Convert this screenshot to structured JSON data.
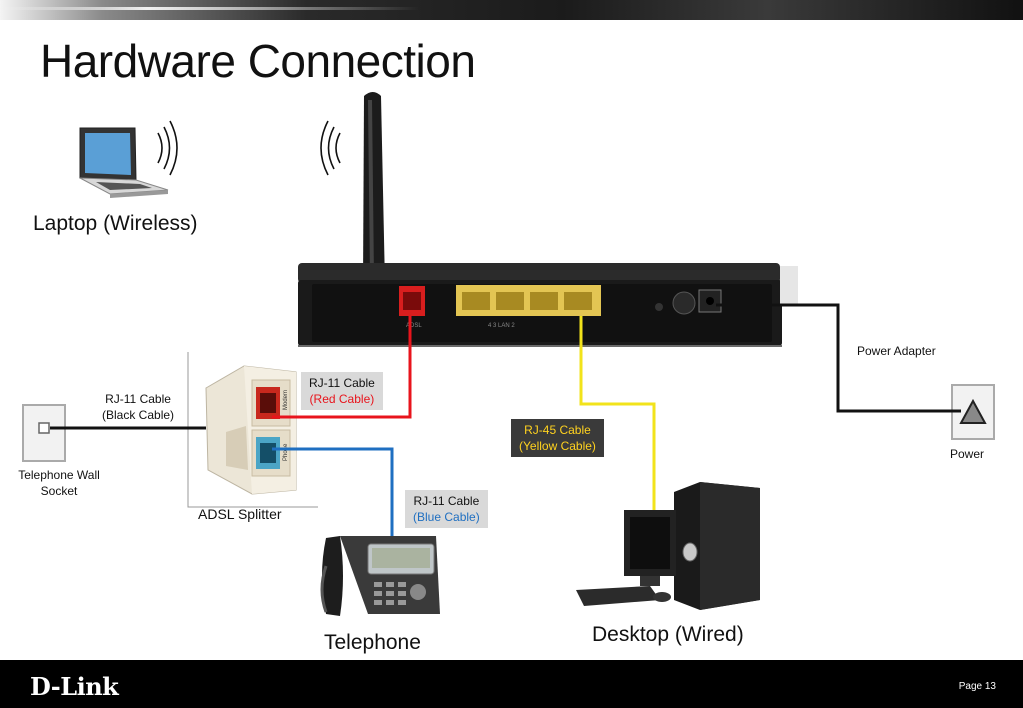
{
  "slide": {
    "title": "Hardware Connection",
    "page_label": "Page 13",
    "brand": "D-Link"
  },
  "devices": {
    "laptop": "Laptop (Wireless)",
    "telephone": "Telephone",
    "desktop": "Desktop (Wired)",
    "splitter": "ADSL Splitter",
    "wall_socket": "Telephone Wall Socket",
    "power": "Power",
    "power_adapter": "Power Adapter"
  },
  "cables": {
    "black": {
      "name": "RJ-11 Cable",
      "desc": "(Black Cable)",
      "color": "#111111"
    },
    "red": {
      "name": "RJ-11 Cable",
      "desc": "(Red Cable)",
      "color": "#e8141c"
    },
    "blue": {
      "name": "RJ-11 Cable",
      "desc": "(Blue Cable)",
      "color": "#1f6fc1"
    },
    "yellow": {
      "name": "RJ-45 Cable",
      "desc": "(Yellow Cable)",
      "color": "#f2e31b"
    }
  },
  "splitter_ports": {
    "modem": "Modem",
    "phone": "Phone"
  },
  "router_ports": {
    "lan_label": "4  3  LAN  2",
    "adsl_label": "ADSL"
  }
}
